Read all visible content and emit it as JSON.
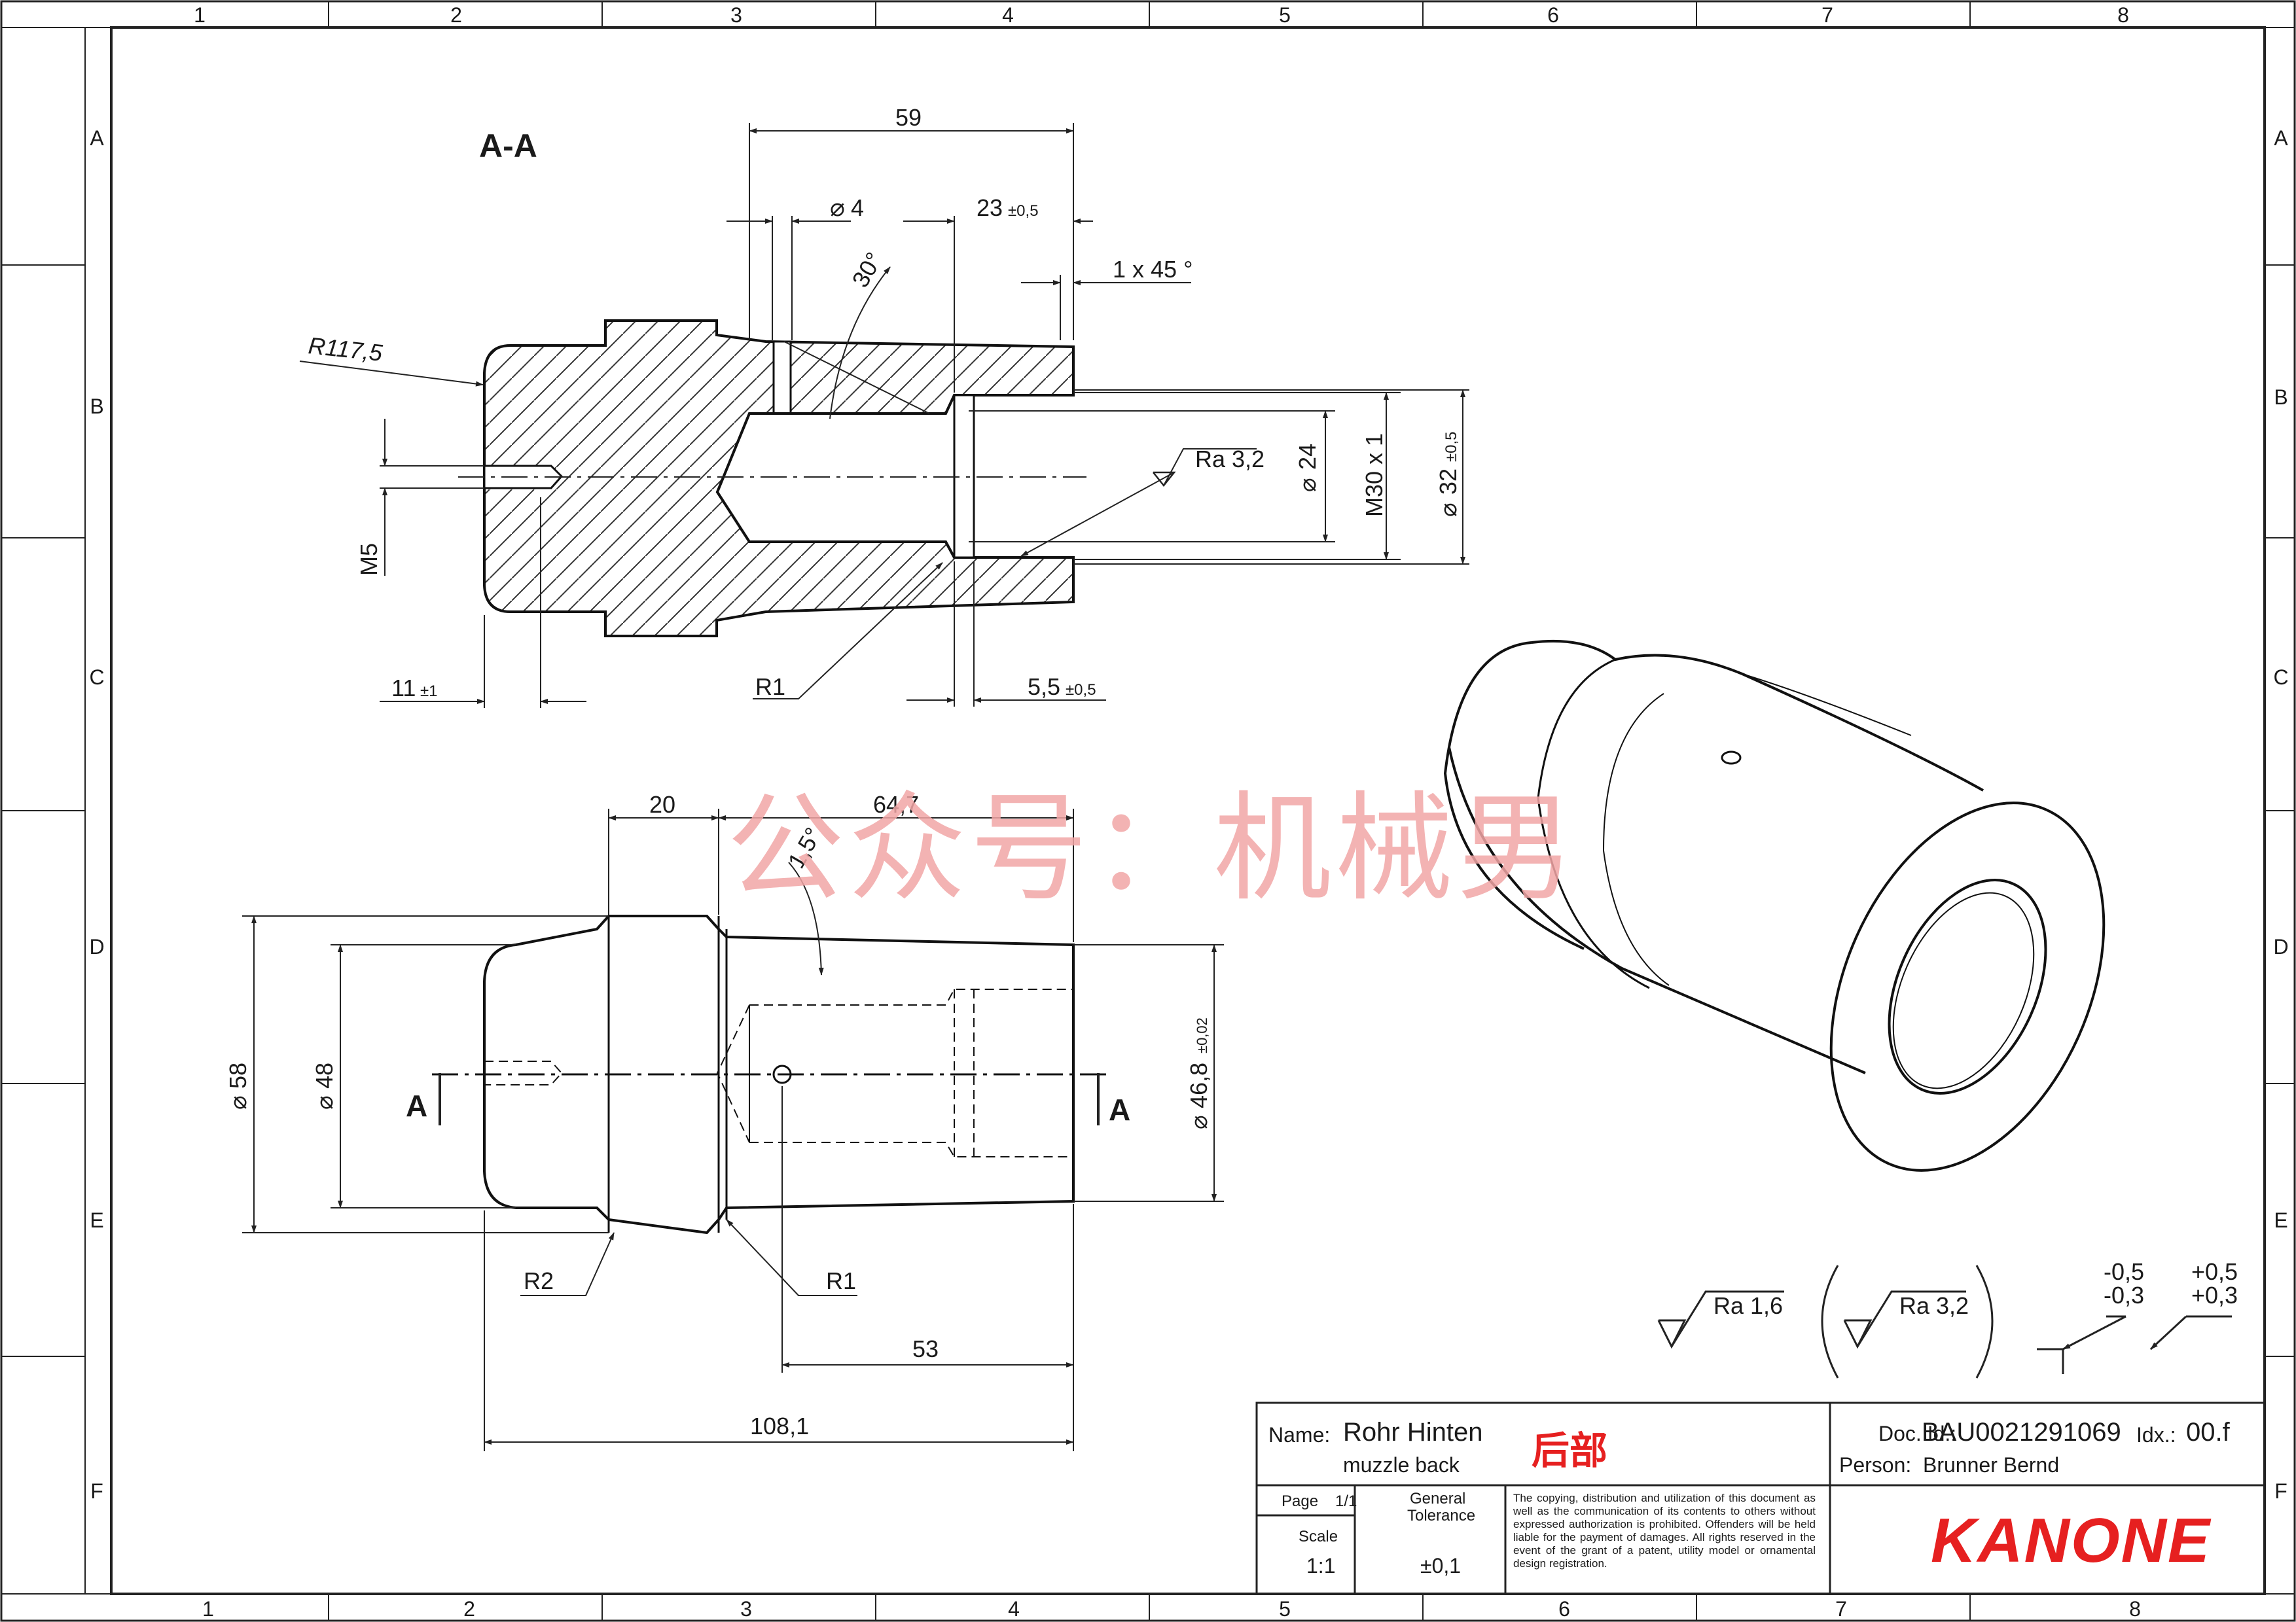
{
  "frame": {
    "cols_top": [
      "1",
      "2",
      "3",
      "4",
      "5",
      "6",
      "7",
      "8"
    ],
    "cols_bottom": [
      "1",
      "2",
      "3",
      "4",
      "5",
      "6",
      "7",
      "8"
    ],
    "rows": [
      "A",
      "B",
      "C",
      "D",
      "E",
      "F"
    ]
  },
  "section": {
    "title": "A-A",
    "d59": "59",
    "dphi4": "4",
    "d23": "23",
    "d23tol": "±0,5",
    "chamfer": "1 x 45 °",
    "angle30": "30°",
    "r117": "R117,5",
    "m5": "M5",
    "ra32": "Ra 3,2",
    "phi24": "24",
    "m30": "M30 x 1",
    "phi32": "32",
    "phi32tol": "±0,5",
    "d11": "11",
    "d11tol": "±1",
    "r1": "R1",
    "d55": "5,5",
    "d55tol": "±0,5"
  },
  "side": {
    "d20": "20",
    "d647": "64,7",
    "angle15": "1,5°",
    "phi58": "58",
    "phi48": "48",
    "phi468": "46,8",
    "phi468tol": "±0,02",
    "cut": "A",
    "r2": "R2",
    "r1": "R1",
    "d53": "53",
    "d1081": "108,1"
  },
  "surface": {
    "ra16": "Ra 1,6",
    "ra32": "Ra 3,2",
    "tol_neg_top": "-0,5",
    "tol_neg_bot": "-0,3",
    "tol_pos_top": "+0,5",
    "tol_pos_bot": "+0,3"
  },
  "title": {
    "name_label": "Name:",
    "name": "Rohr Hinten",
    "name_sub": "muzzle back",
    "name_cn": "后部",
    "doc_label": "Doc. Id.:",
    "doc_id": "BAU0021291069",
    "idx_label": "Idx.:",
    "idx": "00.f",
    "person_label": "Person:",
    "person": "Brunner Bernd",
    "page_label": "Page",
    "page": "1/1",
    "scale_label": "Scale",
    "scale": "1:1",
    "gen_tol": "General Tolerance",
    "tol": "±0,1",
    "notice": "The copying, distribution and utilization of this document as well as the communication of its contents to others without expressed authorization is prohibited. Offenders will be held liable for the payment of damages. All rights reserved in the event of the grant of a patent, utility model or ornamental design registration.",
    "logo": "KANONE"
  },
  "watermark": "公众号：机械男"
}
